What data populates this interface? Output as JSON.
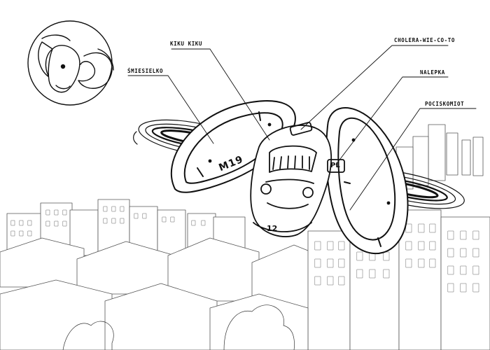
{
  "illustration": {
    "labels": {
      "kiku_kiku": "KIKU KIKU",
      "smiesielko": "ŚMIESIELKO",
      "cholera_wie_co_to": "CHOLERA-WIE-CO-TO",
      "nalepka": "NALEPKA",
      "pociskomiot": "POCISKOMIOT"
    },
    "vehicle_marks": {
      "ring_code": "M19",
      "rear_number": "12",
      "country_sticker": "PL"
    },
    "colors": {
      "ink": "#111111",
      "paper": "#ffffff",
      "city_line": "#555555"
    }
  }
}
